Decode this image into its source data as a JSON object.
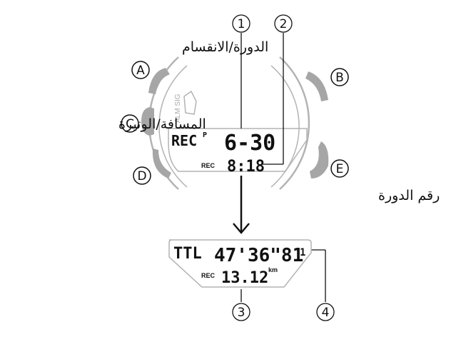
{
  "labels": {
    "button_a": "الدورة/الانقسام",
    "button_c": "المسافة/الوتيرة",
    "button_e": "رقم الدورة"
  },
  "buttons": {
    "a": "A",
    "b": "B",
    "c": "C",
    "d": "D",
    "e": "E"
  },
  "callouts": {
    "c1": "1",
    "c2": "2",
    "c3": "3",
    "c4": "4"
  },
  "watch_display": {
    "mode": "REC",
    "mode_superscript": "P",
    "date": "6-30",
    "sub_label": "REC",
    "time": "8:18",
    "alarm_indicator": "ALM SIG"
  },
  "detail_display": {
    "total_label": "TTL",
    "total_time": "47'36\"81",
    "lap_number": "1",
    "sub_label": "REC",
    "distance": "13.12",
    "unit": "km"
  },
  "colors": {
    "bezel": "#a6a6a6",
    "outline": "#b0b0b0",
    "ink": "#111111"
  }
}
